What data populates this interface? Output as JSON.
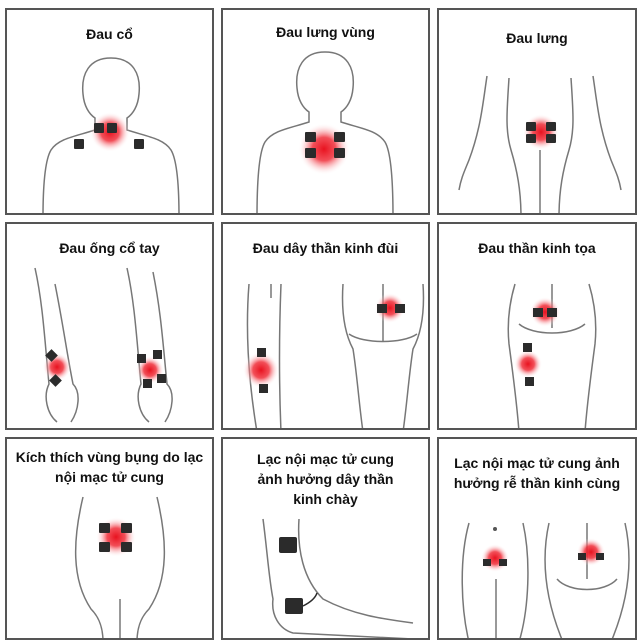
{
  "panels": [
    {
      "id": "neck",
      "title": "Đau cổ"
    },
    {
      "id": "upper-back",
      "title": "Đau lưng vùng"
    },
    {
      "id": "lower-back",
      "title": "Đau lưng"
    },
    {
      "id": "wrist",
      "title": "Đau ống cổ tay"
    },
    {
      "id": "femoral",
      "title": "Đau dây thần kinh đùi"
    },
    {
      "id": "sciatic",
      "title": "Đau thần kinh tọa"
    },
    {
      "id": "abdomen",
      "title": "Kích thích vùng bụng do lạc nội mạc tử cung"
    },
    {
      "id": "tibial",
      "title": "Lạc nội mạc tử cung ảnh hưởng dây thần kinh chày"
    },
    {
      "id": "sacral",
      "title": "Lạc nội mạc tử cung ảnh hưởng rễ thần kinh cùng"
    }
  ],
  "colors": {
    "pain": "#e8121f",
    "pad": "#2b2b2b",
    "outline": "#777777",
    "border": "#555555"
  }
}
